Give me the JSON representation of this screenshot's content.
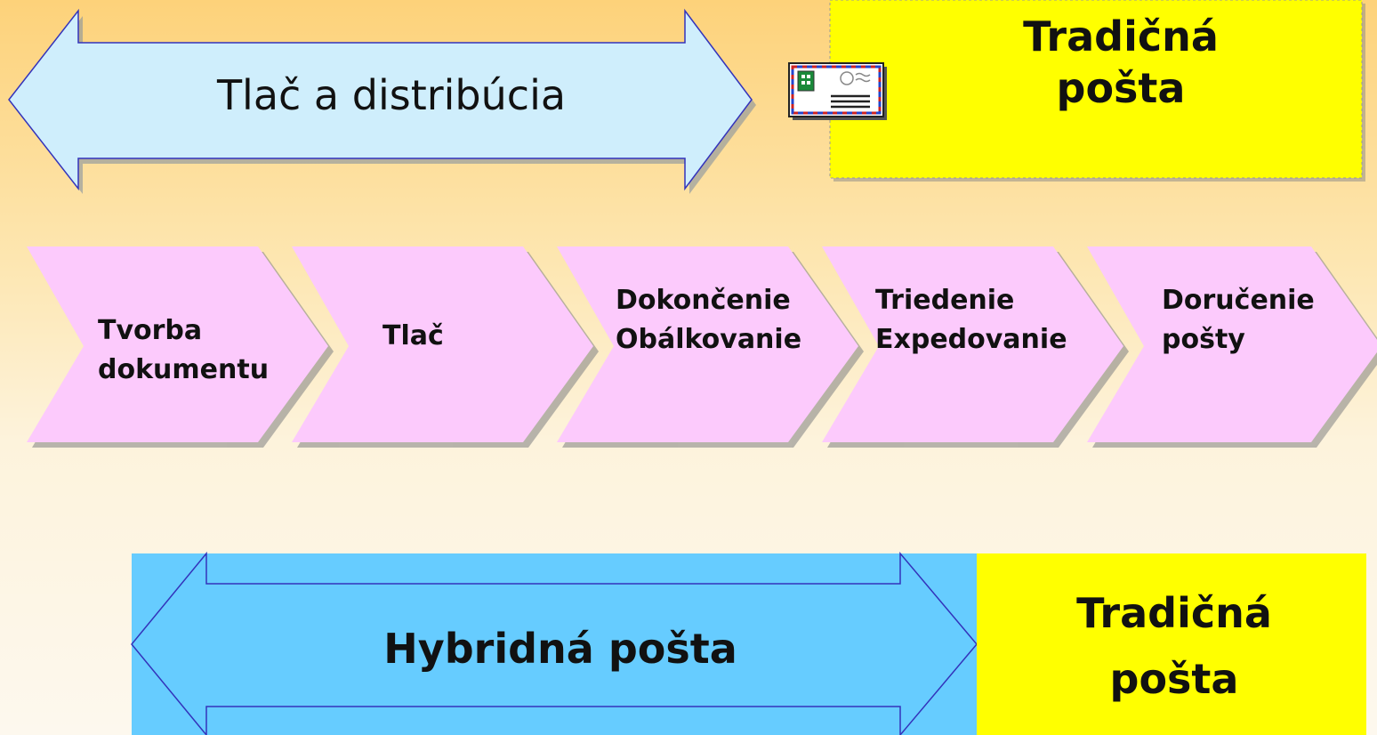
{
  "top_arrow": {
    "label": "Tlač a distribúcia"
  },
  "top_box": {
    "line1": "Tradičná",
    "line2": "pošta"
  },
  "envelope": {
    "icon": "envelope-icon"
  },
  "steps": [
    {
      "line1": "Tvorba",
      "line2": "dokumentu"
    },
    {
      "line1": "Tlač",
      "line2": ""
    },
    {
      "line1": "Dokončenie",
      "line2": "Obálkovanie"
    },
    {
      "line1": "Triedenie",
      "line2": "Expedovanie"
    },
    {
      "line1": "Doručenie",
      "line2": "pošty"
    }
  ],
  "bottom_arrow": {
    "label": "Hybridná pošta"
  },
  "bottom_box": {
    "line1": "Tradičná",
    "line2": "pošta"
  },
  "colors": {
    "top_arrow_fill": "#cfeefc",
    "step_fill": "#fccafc",
    "hybrid_fill": "#66ccff",
    "box_fill": "#ffff00",
    "outline": "#3333bb"
  }
}
